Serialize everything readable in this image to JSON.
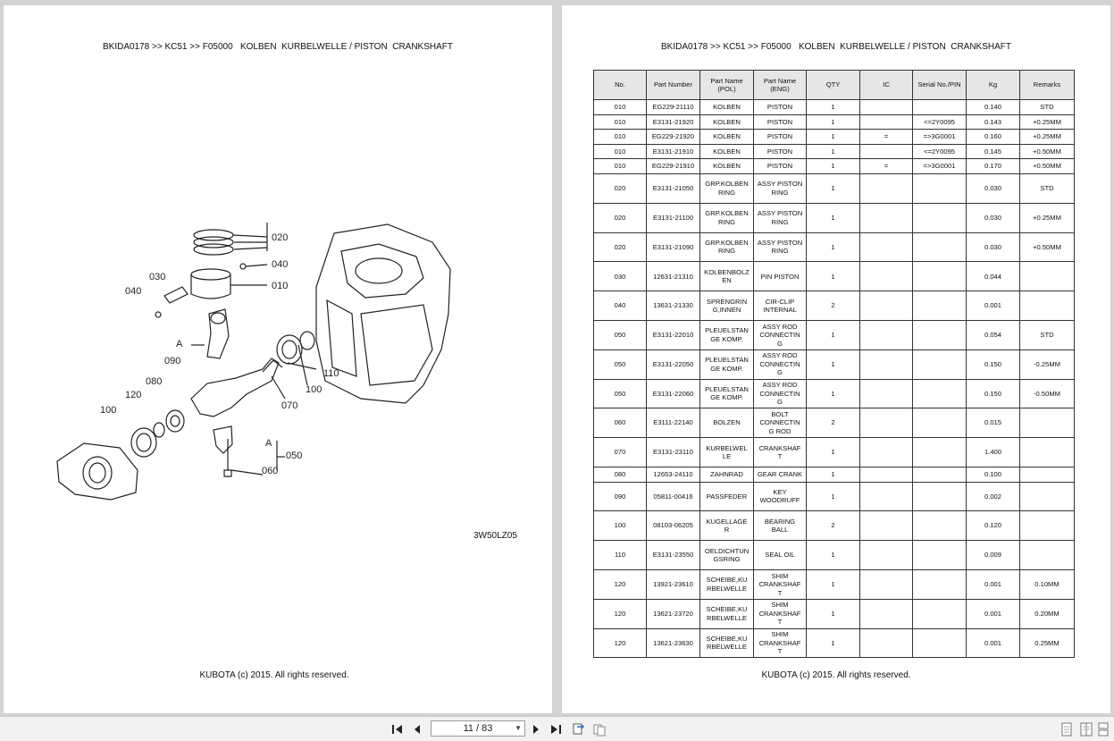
{
  "left_page": {
    "header": "BKIDA0178 >> KC51 >> F05000   KOLBEN  KURBELWELLE / PISTON  CRANKSHAFT",
    "diagram_code": "3W50LZ05",
    "callouts": [
      "020",
      "040",
      "010",
      "030",
      "040",
      "A",
      "090",
      "110",
      "080",
      "100",
      "120",
      "100",
      "070",
      "A",
      "050",
      "060"
    ],
    "footer": "KUBOTA (c) 2015. All rights reserved."
  },
  "right_page": {
    "header": "BKIDA0178 >> KC51 >> F05000   KOLBEN  KURBELWELLE / PISTON  CRANKSHAFT",
    "columns": [
      "No.",
      "Part Number",
      "Part Name\n(POL)",
      "Part Name\n(ENG)",
      "QTY",
      "IC",
      "Serial No./PIN",
      "Kg",
      "Remarks"
    ],
    "rows": [
      [
        "010",
        "EG229-21110",
        "KOLBEN",
        "PISTON",
        "1",
        "",
        "",
        "0.140",
        "STD"
      ],
      [
        "010",
        "E3131-21920",
        "KOLBEN",
        "PISTON",
        "1",
        "",
        "<=2Y0095",
        "0.143",
        "+0.25MM"
      ],
      [
        "010",
        "EG229-21920",
        "KOLBEN",
        "PISTON",
        "1",
        "=",
        "=>3G0001",
        "0.160",
        "+0.25MM"
      ],
      [
        "010",
        "E3131-21910",
        "KOLBEN",
        "PISTON",
        "1",
        "",
        "<=2Y0095",
        "0.145",
        "+0.50MM"
      ],
      [
        "010",
        "EG229-21910",
        "KOLBEN",
        "PISTON",
        "1",
        "=",
        "=>3G0001",
        "0.170",
        "+0.50MM"
      ],
      [
        "020",
        "E3131-21050",
        "GRP.KOLBEN\nRING",
        "ASSY PISTON\nRING",
        "1",
        "",
        "",
        "0.030",
        "STD"
      ],
      [
        "020",
        "E3131-21100",
        "GRP.KOLBEN\nRING",
        "ASSY PISTON\nRING",
        "1",
        "",
        "",
        "0.030",
        "+0.25MM"
      ],
      [
        "020",
        "E3131-21090",
        "GRP.KOLBEN\nRING",
        "ASSY PISTON\nRING",
        "1",
        "",
        "",
        "0.030",
        "+0.50MM"
      ],
      [
        "030",
        "12631-21310",
        "KOLBENBOLZ\nEN",
        "PIN PISTON",
        "1",
        "",
        "",
        "0.044",
        ""
      ],
      [
        "040",
        "13631-21330",
        "SPRENGRIN\nG,INNEN",
        "CIR-CLIP\nINTERNAL",
        "2",
        "",
        "",
        "0.001",
        ""
      ],
      [
        "050",
        "E3131-22010",
        "PLEUELSTAN\nGE KOMP.",
        "ASSY ROD\nCONNECTIN\nG",
        "1",
        "",
        "",
        "0.054",
        "STD"
      ],
      [
        "050",
        "E3131-22050",
        "PLEUELSTAN\nGE KOMP.",
        "ASSY ROD\nCONNECTIN\nG",
        "1",
        "",
        "",
        "0.150",
        "-0.25MM"
      ],
      [
        "050",
        "E3131-22060",
        "PLEUELSTAN\nGE KOMP.",
        "ASSY ROD\nCONNECTIN\nG",
        "1",
        "",
        "",
        "0.150",
        "-0.50MM"
      ],
      [
        "060",
        "E3111-22140",
        "BOLZEN",
        "BOLT\nCONNECTIN\nG ROD",
        "2",
        "",
        "",
        "0.015",
        ""
      ],
      [
        "070",
        "E3131-23110",
        "KURBELWEL\nLE",
        "CRANKSHAF\nT",
        "1",
        "",
        "",
        "1.400",
        ""
      ],
      [
        "080",
        "12653-24110",
        "ZAHNRAD",
        "GEAR CRANK",
        "1",
        "",
        "",
        "0.100",
        ""
      ],
      [
        "090",
        "05811-00416",
        "PASSFEDER",
        "KEY\nWOODRUFF",
        "1",
        "",
        "",
        "0.002",
        ""
      ],
      [
        "100",
        "08103-06205",
        "KUGELLAGE\nR",
        "BEARING\nBALL",
        "2",
        "",
        "",
        "0.120",
        ""
      ],
      [
        "110",
        "E3131-23550",
        "OELDICHTUN\nGSRING",
        "SEAL OIL",
        "1",
        "",
        "",
        "0.009",
        ""
      ],
      [
        "120",
        "13921-23610",
        "SCHEIBE,KU\nRBELWELLE",
        "SHIM\nCRANKSHAF\nT",
        "1",
        "",
        "",
        "0.001",
        "0.10MM"
      ],
      [
        "120",
        "13621-23720",
        "SCHEIBE,KU\nRBELWELLE",
        "SHIM\nCRANKSHAF\nT",
        "1",
        "",
        "",
        "0.001",
        "0.20MM"
      ],
      [
        "120",
        "13621-23630",
        "SCHEIBE,KU\nRBELWELLE",
        "SHIM\nCRANKSHAF\nT",
        "1",
        "",
        "",
        "0.001",
        "0.25MM"
      ]
    ],
    "footer": "KUBOTA (c) 2015. All rights reserved."
  },
  "toolbar": {
    "page_indicator": "11 / 83",
    "icons": [
      "first-page-icon",
      "previous-page-icon",
      "next-page-icon",
      "last-page-icon",
      "rotate-view-icon",
      "two-page-view-icon",
      "single-page-icon",
      "book-view-icon",
      "continuous-view-icon"
    ]
  }
}
